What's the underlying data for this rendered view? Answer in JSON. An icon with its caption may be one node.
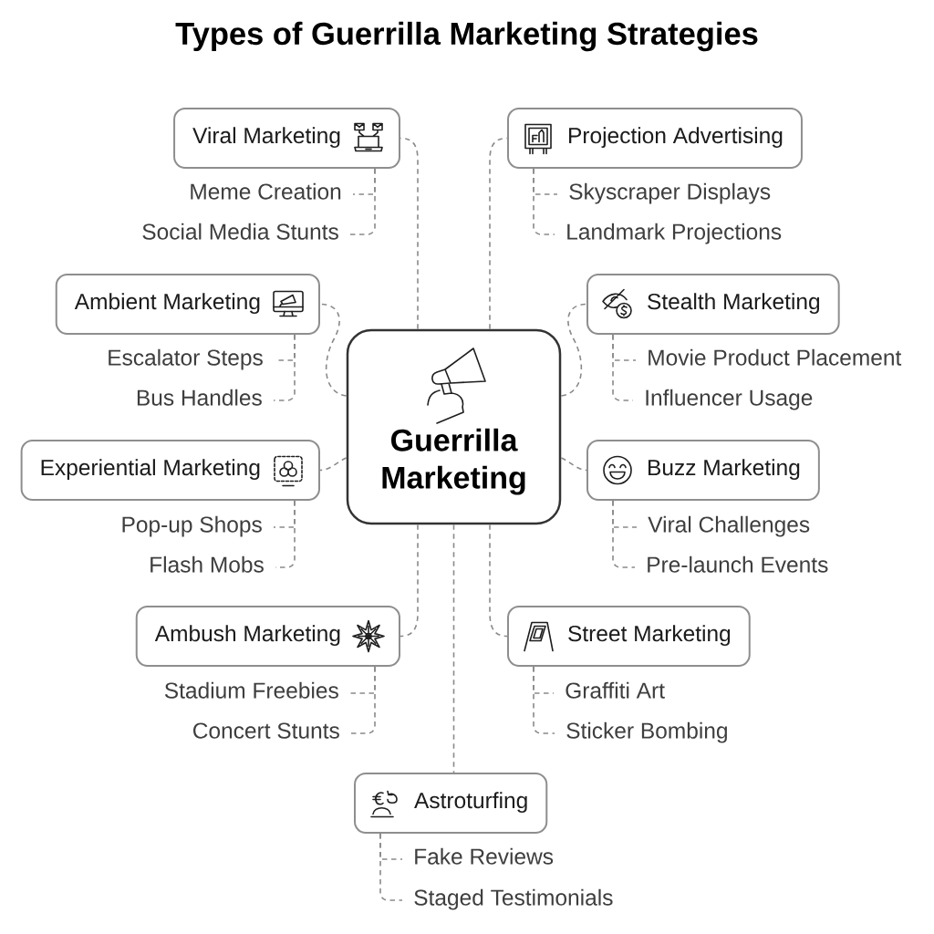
{
  "diagram": {
    "title": "Types of Guerrilla Marketing Strategies",
    "nodes": [
      {
        "text": [
          "Guerrilla Marketing"
        ]
      },
      {
        "text": [
          "Viral Marketing"
        ]
      },
      {
        "text": [
          "Meme Creation"
        ]
      },
      {
        "text": [
          "Social Media Stunts"
        ]
      },
      {
        "text": [
          "Projection Advertising"
        ]
      },
      {
        "text": [
          "Skyscraper Displays"
        ]
      },
      {
        "text": [
          "Landmark Projections"
        ]
      },
      {
        "text": [
          "Ambient Marketing"
        ]
      },
      {
        "text": [
          "Escalator Steps"
        ]
      },
      {
        "text": [
          "Bus Handles"
        ]
      },
      {
        "text": [
          "Stealth Marketing"
        ]
      },
      {
        "text": [
          "Movie Product Placement"
        ]
      },
      {
        "text": [
          "Influencer Usage"
        ]
      },
      {
        "text": [
          "Experiential Marketing"
        ]
      },
      {
        "text": [
          "Pop-up Shops"
        ]
      },
      {
        "text": [
          "Flash Mobs"
        ]
      },
      {
        "text": [
          "Buzz Marketing"
        ]
      },
      {
        "text": [
          "Viral Challenges"
        ]
      },
      {
        "text": [
          "Pre-launch Events"
        ]
      },
      {
        "text": [
          "Ambush Marketing"
        ]
      },
      {
        "text": [
          "Stadium Freebies"
        ]
      },
      {
        "text": [
          "Concert Stunts"
        ]
      },
      {
        "text": [
          "Street Marketing"
        ]
      },
      {
        "text": [
          "Graffiti Art"
        ]
      },
      {
        "text": [
          "Sticker Bombing"
        ]
      },
      {
        "text": [
          "Astroturfing"
        ]
      },
      {
        "text": [
          "Fake Reviews"
        ]
      },
      {
        "text": [
          "Staged Testimonials"
        ]
      }
    ],
    "edges": [
      {
        "from": 0,
        "to": 1,
        "arrow": "none",
        "style": "dashed"
      },
      {
        "from": 0,
        "to": 4,
        "arrow": "none",
        "style": "dashed"
      },
      {
        "from": 0,
        "to": 7,
        "arrow": "none",
        "style": "dashed"
      },
      {
        "from": 0,
        "to": 10,
        "arrow": "none",
        "style": "dashed"
      },
      {
        "from": 0,
        "to": 13,
        "arrow": "none",
        "style": "dashed"
      },
      {
        "from": 0,
        "to": 16,
        "arrow": "none",
        "style": "dashed"
      },
      {
        "from": 0,
        "to": 19,
        "arrow": "none",
        "style": "dashed"
      },
      {
        "from": 0,
        "to": 22,
        "arrow": "none",
        "style": "dashed"
      },
      {
        "from": 0,
        "to": 25,
        "arrow": "none",
        "style": "dashed"
      },
      {
        "from": 1,
        "to": 2,
        "arrow": "none",
        "style": "dashed"
      },
      {
        "from": 1,
        "to": 3,
        "arrow": "none",
        "style": "dashed"
      },
      {
        "from": 4,
        "to": 5,
        "arrow": "none",
        "style": "dashed"
      },
      {
        "from": 4,
        "to": 6,
        "arrow": "none",
        "style": "dashed"
      },
      {
        "from": 7,
        "to": 8,
        "arrow": "none",
        "style": "dashed"
      },
      {
        "from": 7,
        "to": 9,
        "arrow": "none",
        "style": "dashed"
      },
      {
        "from": 10,
        "to": 11,
        "arrow": "none",
        "style": "dashed"
      },
      {
        "from": 10,
        "to": 12,
        "arrow": "none",
        "style": "dashed"
      },
      {
        "from": 13,
        "to": 14,
        "arrow": "none",
        "style": "dashed"
      },
      {
        "from": 13,
        "to": 15,
        "arrow": "none",
        "style": "dashed"
      },
      {
        "from": 16,
        "to": 17,
        "arrow": "none",
        "style": "dashed"
      },
      {
        "from": 16,
        "to": 18,
        "arrow": "none",
        "style": "dashed"
      },
      {
        "from": 19,
        "to": 20,
        "arrow": "none",
        "style": "dashed"
      },
      {
        "from": 19,
        "to": 21,
        "arrow": "none",
        "style": "dashed"
      },
      {
        "from": 22,
        "to": 23,
        "arrow": "none",
        "style": "dashed"
      },
      {
        "from": 22,
        "to": 24,
        "arrow": "none",
        "style": "dashed"
      },
      {
        "from": 25,
        "to": 26,
        "arrow": "none",
        "style": "dashed"
      },
      {
        "from": 25,
        "to": 27,
        "arrow": "none",
        "style": "dashed"
      }
    ]
  }
}
